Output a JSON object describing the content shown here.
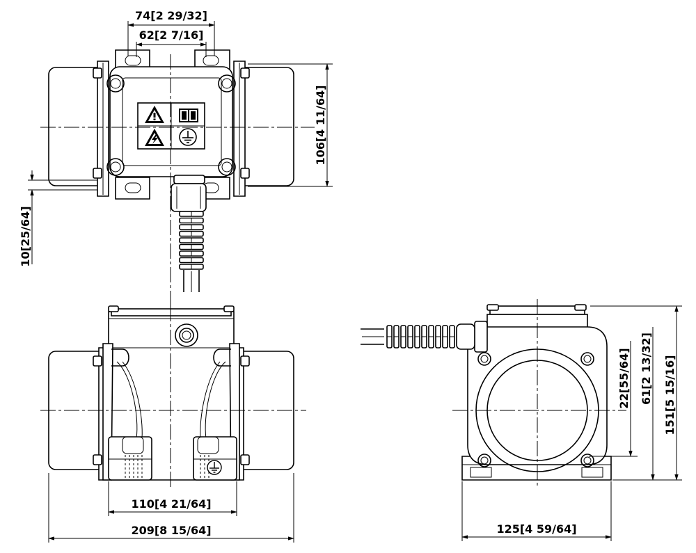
{
  "dimensions": {
    "top_outer_bolt_spacing": "74[2 29/32]",
    "top_inner_bolt_spacing": "62[2 7/16]",
    "top_height": "106[4 11/64]",
    "foot_thickness": "10[25/64]",
    "front_bolt_spacing": "110[4 21/64]",
    "front_overall_width": "209[8 15/64]",
    "side_center_to_foot": "22[55/64]",
    "side_axis_height": "61[2 13/32]",
    "side_overall_height": "151[5 15/16]",
    "side_base_width": "125[4 59/64]"
  },
  "icons": {
    "warning": "warning-triangle-icon",
    "manual": "read-manual-book-icon",
    "electric": "electric-hazard-icon",
    "ground": "ground-symbol-icon"
  }
}
